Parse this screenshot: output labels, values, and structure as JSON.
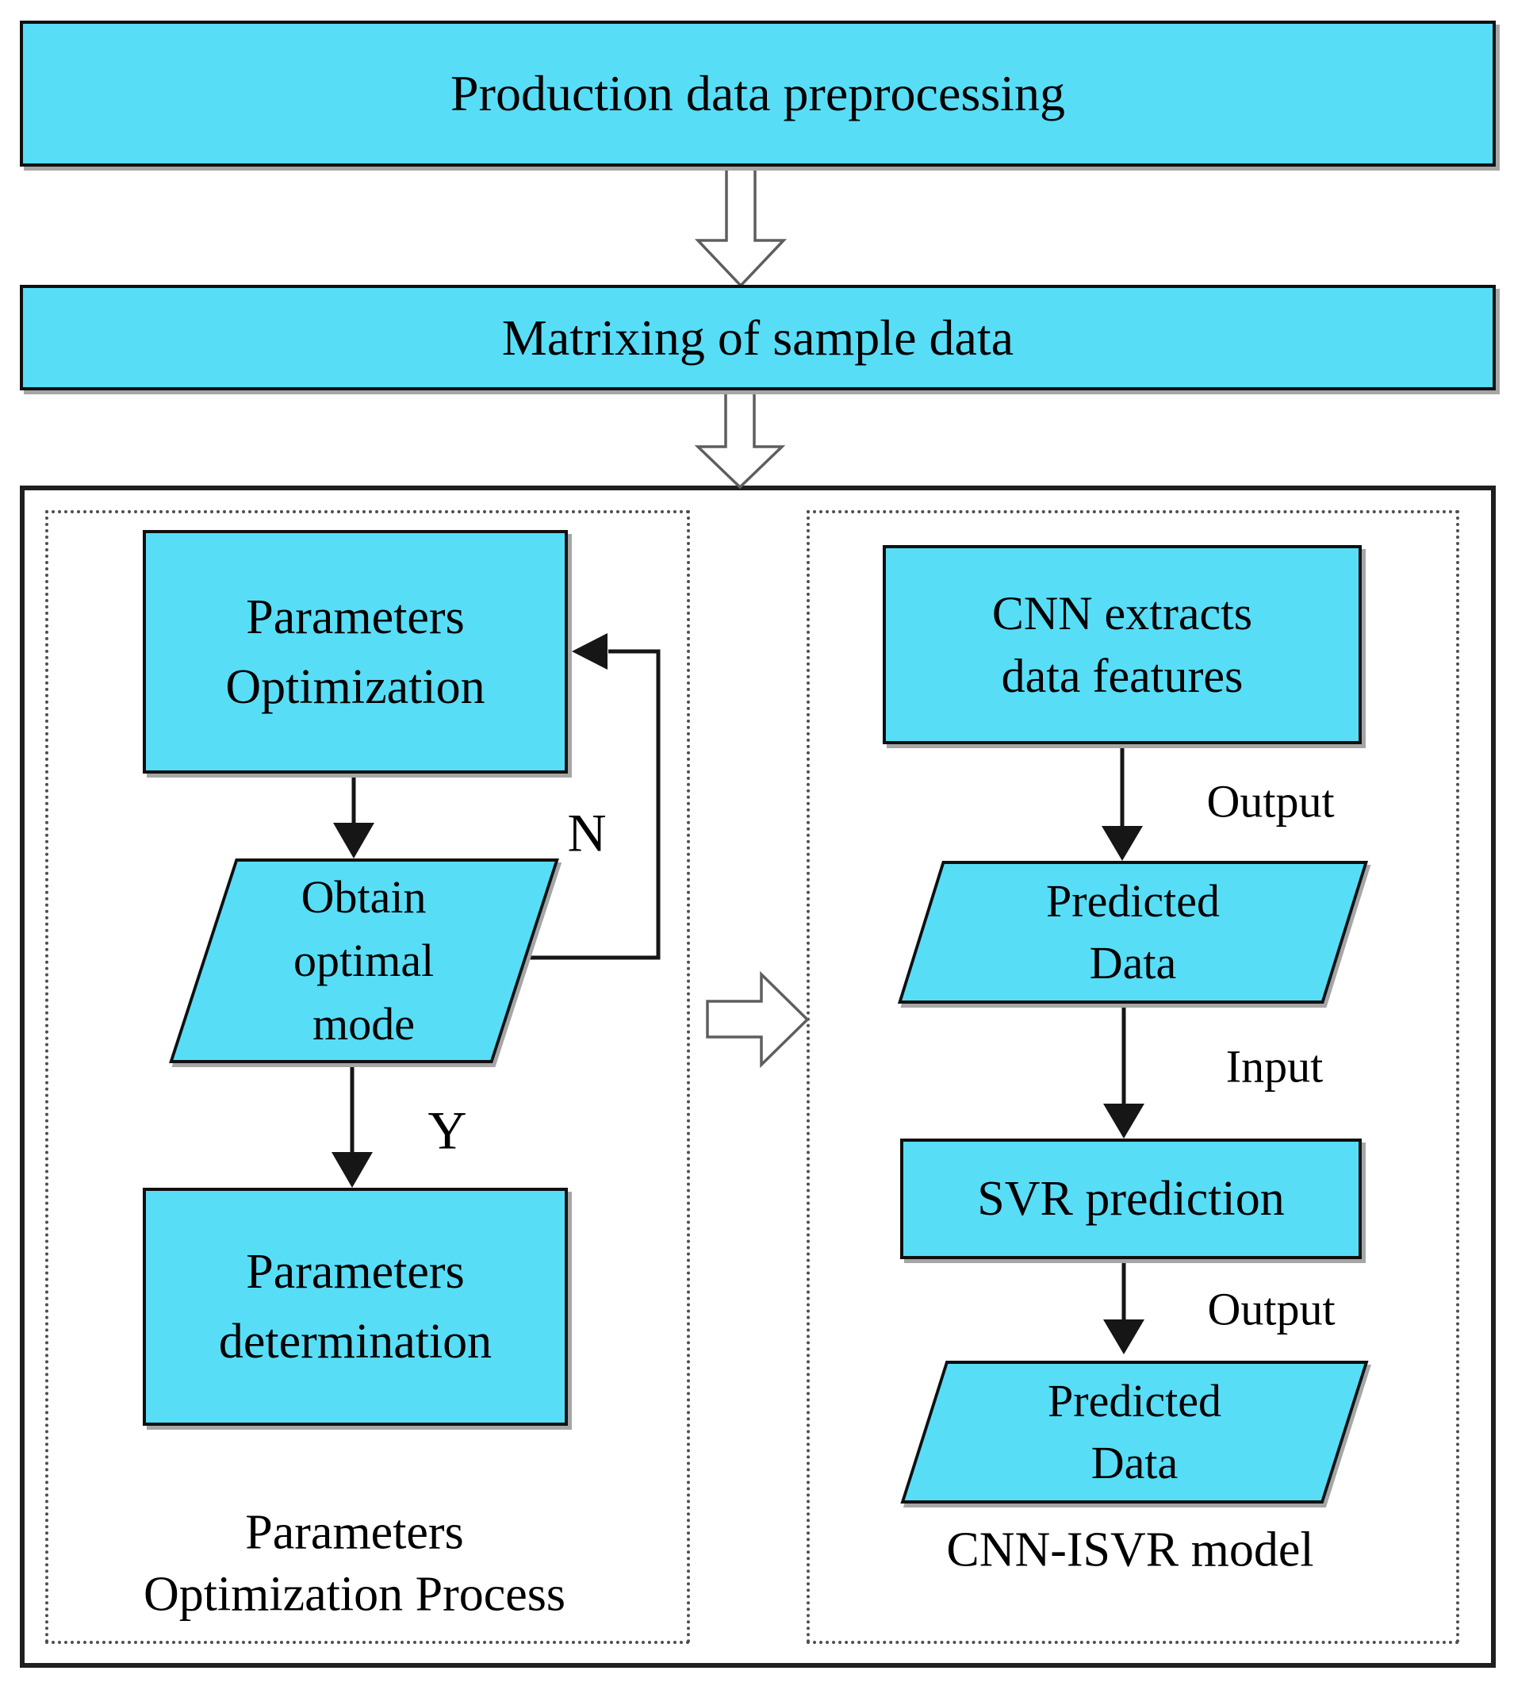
{
  "colors": {
    "shape_fill": "#58DDF7",
    "shape_border": "#101010",
    "text": "#000000",
    "line": "#161616",
    "hollow_stroke": "#5E5E5E",
    "outer_border": "#1F1F1F",
    "dotted_border": "#4F4F4F",
    "shadow": "#A6A6A6",
    "background": "#FFFFFF"
  },
  "nodes": {
    "preprocessing": {
      "label": "Production data preprocessing"
    },
    "matrixing": {
      "label": "Matrixing of sample data"
    },
    "parameters_optimization": {
      "line1": "Parameters",
      "line2": "Optimization"
    },
    "obtain_optimal_mode": {
      "line1": "Obtain",
      "line2": "optimal",
      "line3": "mode"
    },
    "parameters_determination": {
      "line1": "Parameters",
      "line2": "determination"
    },
    "cnn_extracts": {
      "line1": "CNN extracts",
      "line2": "data features"
    },
    "predicted_data_1": {
      "line1": "Predicted",
      "line2": "Data"
    },
    "svr_prediction": {
      "label": "SVR prediction"
    },
    "predicted_data_2": {
      "line1": "Predicted",
      "line2": "Data"
    }
  },
  "edge_labels": {
    "no": "N",
    "yes": "Y",
    "cnn_output": "Output",
    "svr_input": "Input",
    "svr_output": "Output"
  },
  "captions": {
    "left_line1": "Parameters",
    "left_line2": "Optimization Process",
    "right": "CNN-ISVR model"
  }
}
